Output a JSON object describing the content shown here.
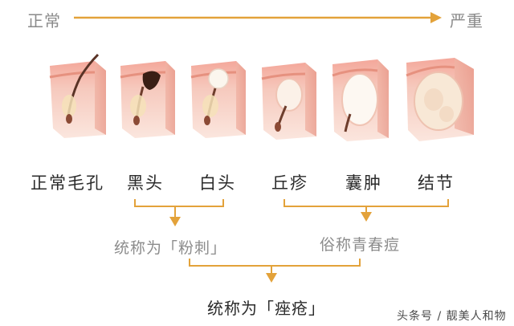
{
  "scale": {
    "start": "正常",
    "end": "严重"
  },
  "stages": [
    "正常毛孔",
    "黑头",
    "白头",
    "丘疹",
    "囊肿",
    "结节"
  ],
  "groups": [
    {
      "label": "统称为「粉刺」"
    },
    {
      "label": "俗称青春痘"
    }
  ],
  "final_label": "统称为「痤疮」",
  "watermark": "头条号 / 靓美人和物",
  "colors": {
    "arrow": "#e3a23a",
    "skin_top": "#f3b5a6",
    "skin_side": "#f6c7ba",
    "skin_bottom": "#fbe4dc"
  }
}
